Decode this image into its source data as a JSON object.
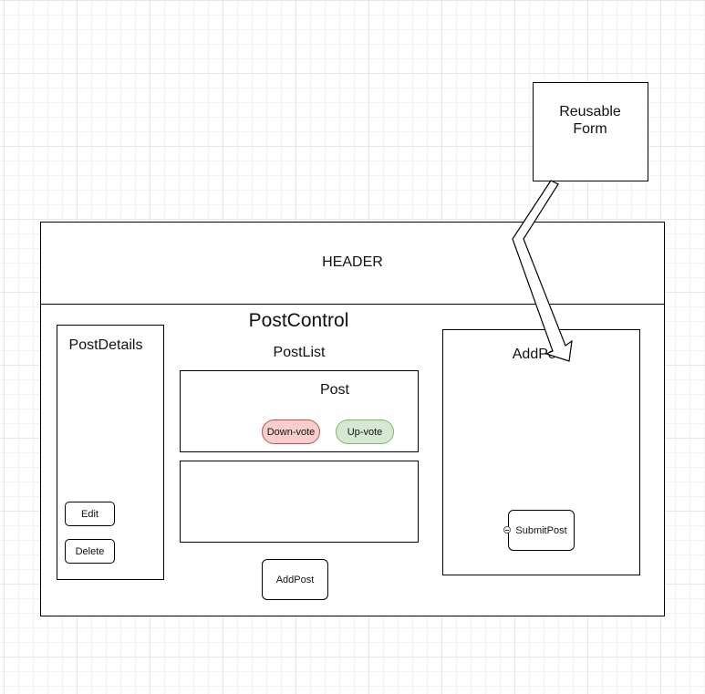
{
  "reusable_form": {
    "label": "Reusable Form"
  },
  "header": {
    "label": "HEADER"
  },
  "post_control": {
    "label": "PostControl"
  },
  "post_details": {
    "label": "PostDetails",
    "edit_label": "Edit",
    "delete_label": "Delete"
  },
  "post_list": {
    "label": "PostList",
    "post": {
      "label": "Post",
      "downvote_label": "Down-vote",
      "upvote_label": "Up-vote"
    },
    "add_post_button_label": "AddPost"
  },
  "add_post": {
    "label": "AddPost",
    "submit_label": "SubmitPost"
  },
  "colors": {
    "downvote_fill": "#f8cecc",
    "downvote_stroke": "#b85450",
    "upvote_fill": "#d5e8d4",
    "upvote_stroke": "#82b366"
  }
}
